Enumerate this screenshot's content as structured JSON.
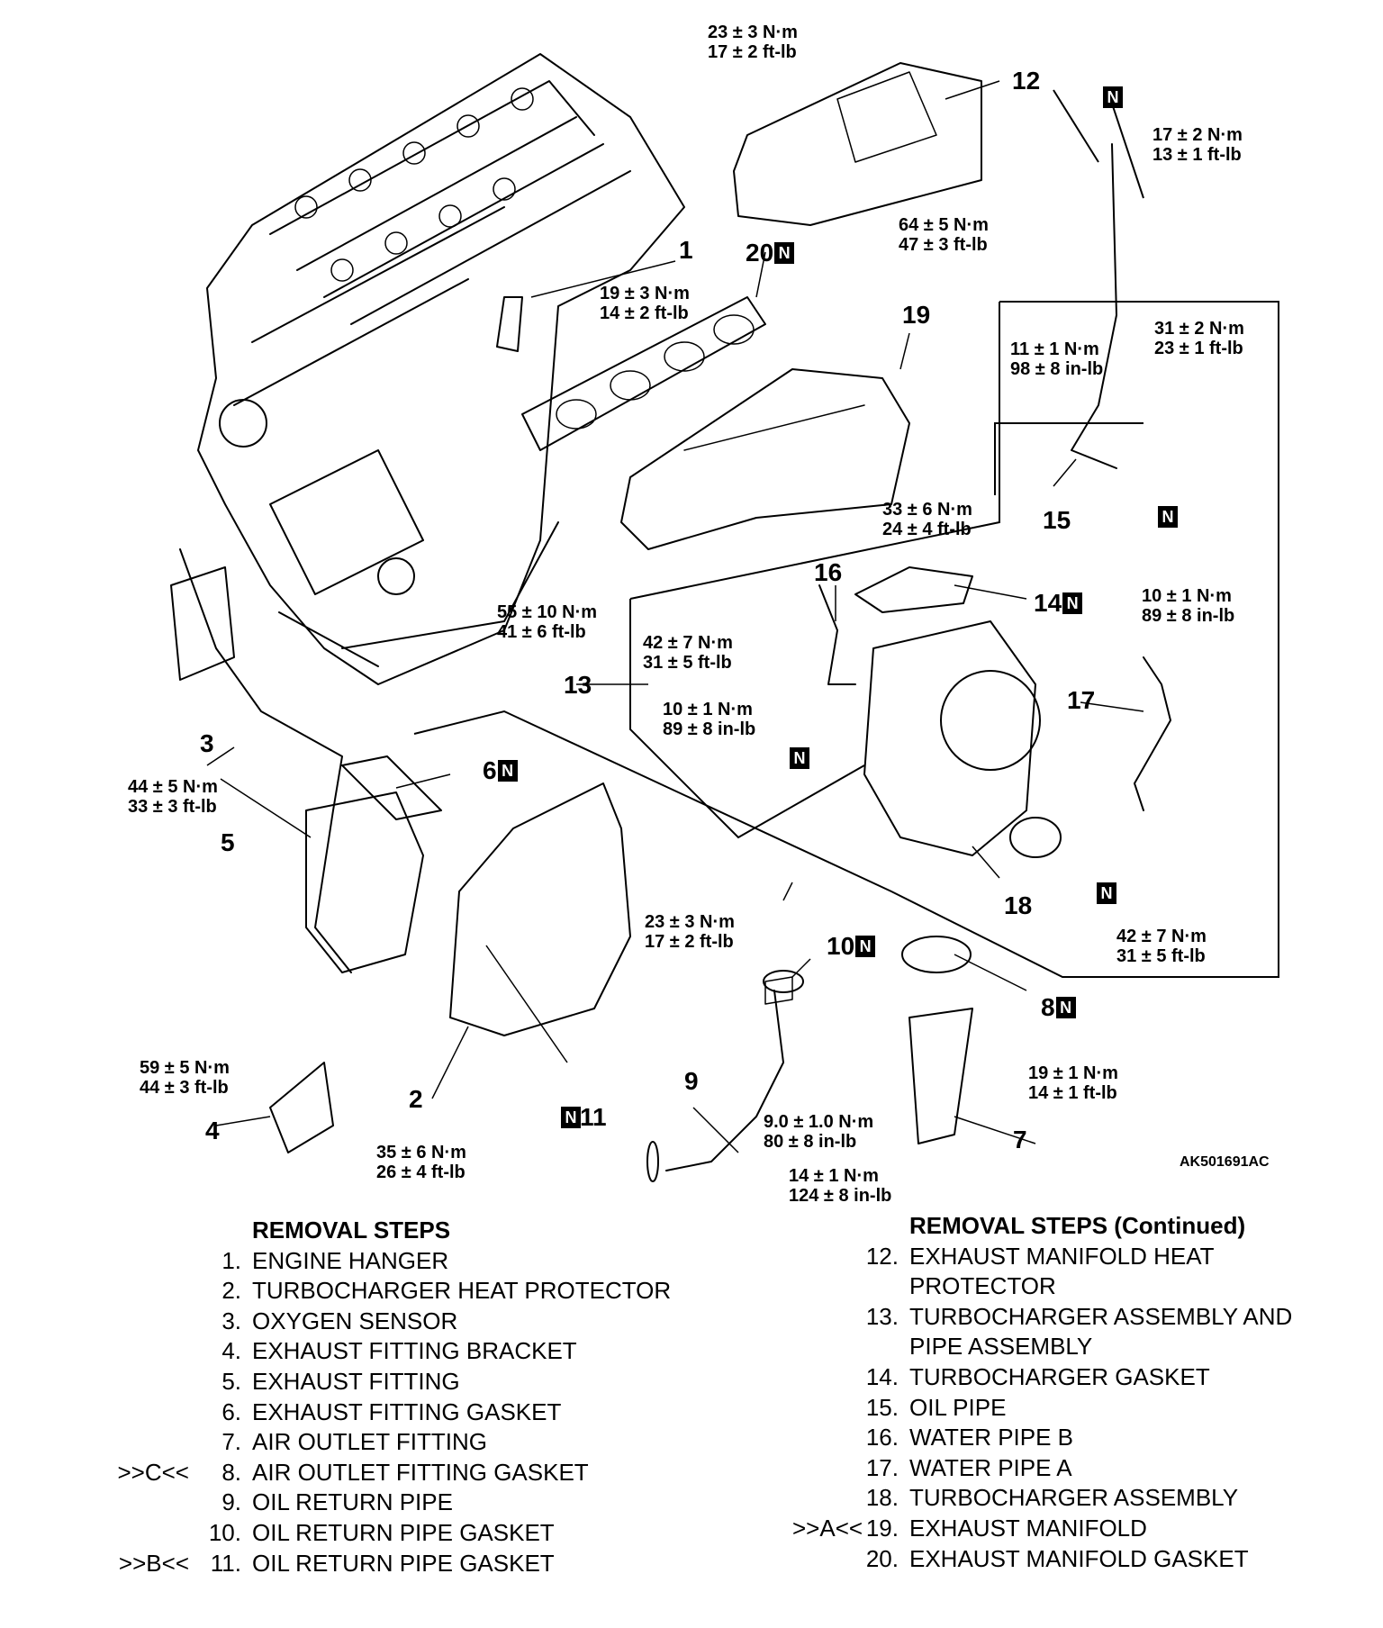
{
  "figure_id": "AK501691AC",
  "new_part_marker": "N",
  "callouts": {
    "c1": "1",
    "c2": "2",
    "c3": "3",
    "c4": "4",
    "c5": "5",
    "c6": "6",
    "c7": "7",
    "c8": "8",
    "c9": "9",
    "c10": "10",
    "c11": "11",
    "c12": "12",
    "c13": "13",
    "c14": "14",
    "c15": "15",
    "c16": "16",
    "c17": "17",
    "c18": "18",
    "c19": "19",
    "c20": "20"
  },
  "torques": {
    "t_heatprot_top": [
      "23 ± 3 N·m",
      "17 ± 2 ft-lb"
    ],
    "t_oilpipe_top": [
      "17 ± 2 N·m",
      "13 ± 1 ft-lb"
    ],
    "t_manifold_nut": [
      "64 ± 5 N·m",
      "47 ± 3 ft-lb"
    ],
    "t_hanger": [
      "19 ± 3 N·m",
      "14 ± 2 ft-lb"
    ],
    "t_oil_small": [
      "11 ± 1 N·m",
      "98 ± 8 in-lb"
    ],
    "t_oil_union": [
      "31 ± 2 N·m",
      "23 ± 1 ft-lb"
    ],
    "t_manifold_lower": [
      "33 ± 6 N·m",
      "24 ± 4 ft-lb"
    ],
    "t_manifold_stud": [
      "55 ± 10 N·m",
      "41 ± 6 ft-lb"
    ],
    "t_water_b_union": [
      "42 ± 7 N·m",
      "31 ± 5 ft-lb"
    ],
    "t_water_b_bolt": [
      "10 ± 1 N·m",
      "89 ± 8 in-lb"
    ],
    "t_water_a_bolt": [
      "10 ± 1 N·m",
      "89 ± 8 in-lb"
    ],
    "t_water_a_union": [
      "42 ± 7 N·m",
      "31 ± 5 ft-lb"
    ],
    "t_oxygen": [
      "44 ± 5 N·m",
      "33 ± 3 ft-lb"
    ],
    "t_exh_fitting": [
      "59 ± 5 N·m",
      "44 ± 3 ft-lb"
    ],
    "t_bracket": [
      "35 ± 6 N·m",
      "26 ± 4 ft-lb"
    ],
    "t_heatprot_turbo": [
      "23 ± 3 N·m",
      "17 ± 2 ft-lb"
    ],
    "t_oilreturn_small": [
      "9.0 ± 1.0 N·m",
      "80 ± 8 in-lb"
    ],
    "t_oilreturn_lower": [
      "14 ± 1 N·m",
      "124 ± 8 in-lb"
    ],
    "t_air_outlet": [
      "19 ± 1 N·m",
      "14 ± 1 ft-lb"
    ]
  },
  "removal_steps": {
    "title_left": "REMOVAL STEPS",
    "title_right": "REMOVAL STEPS (Continued)",
    "left": [
      {
        "mark": "",
        "num": "1.",
        "label": "ENGINE HANGER"
      },
      {
        "mark": "",
        "num": "2.",
        "label": "TURBOCHARGER HEAT PROTECTOR"
      },
      {
        "mark": "",
        "num": "3.",
        "label": "OXYGEN SENSOR"
      },
      {
        "mark": "",
        "num": "4.",
        "label": "EXHAUST FITTING BRACKET"
      },
      {
        "mark": "",
        "num": "5.",
        "label": "EXHAUST FITTING"
      },
      {
        "mark": "",
        "num": "6.",
        "label": "EXHAUST FITTING GASKET"
      },
      {
        "mark": "",
        "num": "7.",
        "label": "AIR OUTLET FITTING"
      },
      {
        "mark": ">>C<<",
        "num": "8.",
        "label": "AIR OUTLET FITTING GASKET"
      },
      {
        "mark": "",
        "num": "9.",
        "label": "OIL RETURN PIPE"
      },
      {
        "mark": "",
        "num": "10.",
        "label": "OIL RETURN PIPE GASKET"
      },
      {
        "mark": ">>B<<",
        "num": "11.",
        "label": "OIL RETURN PIPE GASKET"
      }
    ],
    "right": [
      {
        "mark": "",
        "num": "12.",
        "label": "EXHAUST MANIFOLD HEAT"
      },
      {
        "mark": "",
        "num": "",
        "label": "PROTECTOR"
      },
      {
        "mark": "",
        "num": "13.",
        "label": "TURBOCHARGER ASSEMBLY AND"
      },
      {
        "mark": "",
        "num": "",
        "label": "PIPE ASSEMBLY"
      },
      {
        "mark": "",
        "num": "14.",
        "label": "TURBOCHARGER GASKET"
      },
      {
        "mark": "",
        "num": "15.",
        "label": "OIL PIPE"
      },
      {
        "mark": "",
        "num": "16.",
        "label": "WATER PIPE B"
      },
      {
        "mark": "",
        "num": "17.",
        "label": "WATER PIPE A"
      },
      {
        "mark": "",
        "num": "18.",
        "label": "TURBOCHARGER ASSEMBLY"
      },
      {
        "mark": ">>A<<",
        "num": "19.",
        "label": "EXHAUST MANIFOLD"
      },
      {
        "mark": "",
        "num": "20.",
        "label": "EXHAUST MANIFOLD GASKET"
      }
    ]
  }
}
